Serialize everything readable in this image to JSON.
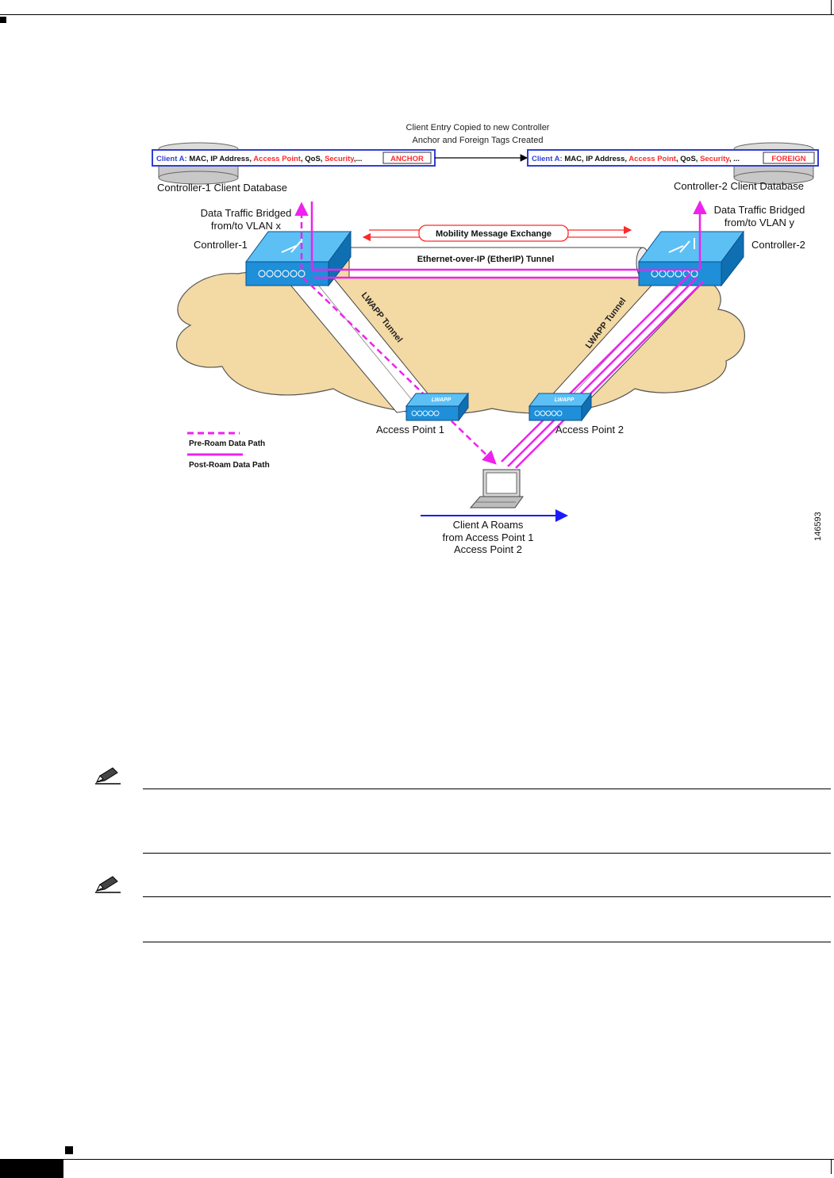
{
  "figure": {
    "copy_caption_line1": "Client Entry Copied to new Controller",
    "copy_caption_line2": "Anchor and Foreign Tags Created",
    "db1": {
      "client": "Client A:",
      "fields_black": " MAC, IP Address, ",
      "access_point": "Access Point",
      "qos": ", QoS, ",
      "security": "Security",
      "ellipsis": ",...",
      "tag": "ANCHOR"
    },
    "db2": {
      "client": "Client A:",
      "fields_black": " MAC, IP Address, ",
      "access_point": "Access Point",
      "qos": ", QoS, ",
      "security": "Security",
      "ellipsis": ", ...",
      "tag": "FOREIGN"
    },
    "db1_label": "Controller-1 Client Database",
    "db2_label": "Controller-2 Client Database",
    "bridge_left_line1": "Data Traffic Bridged",
    "bridge_left_line2": "from/to VLAN x",
    "bridge_right_line1": "Data Traffic Bridged",
    "bridge_right_line2": "from/to VLAN y",
    "controller1_label": "Controller-1",
    "controller2_label": "Controller-2",
    "mobility_label": "Mobility Message Exchange",
    "etherip_label": "Ethernet-over-IP (EtherIP) Tunnel",
    "lwapp_left_label": "LWAPP Tunnel",
    "lwapp_right_label": "LWAPP Tunnel",
    "ap_badge": "LWAPP",
    "ap1_label": "Access Point 1",
    "ap2_label": "Access Point 2",
    "legend_pre": "Pre-Roam Data Path",
    "legend_post": "Post-Roam Data Path",
    "roam_line1": "Client A Roams",
    "roam_line2": "from Access Point 1",
    "roam_line3": "Access Point 2",
    "figure_id": "146593"
  },
  "colors": {
    "magenta_path": "#ee22ee",
    "cloud_fill": "#f3d9a4",
    "controller_blue": "#1e8fd8",
    "box_border_blue": "#2f3fd6",
    "red_text": "#ff2a2a",
    "roam_arrow": "#1a1aff"
  },
  "icons": [
    "pencil-note-icon",
    "pencil-note-icon"
  ]
}
